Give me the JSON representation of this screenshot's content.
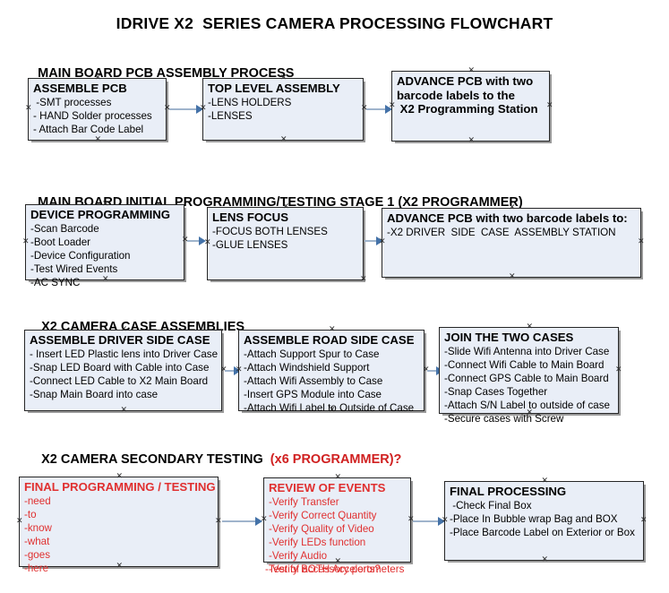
{
  "document": {
    "title": "IDRIVE X2  SERIES CAMERA PROCESSING FLOWCHART"
  },
  "sections": [
    {
      "id": "main-board-pcb-assembly",
      "heading": "MAIN BOARD PCB ASSEMBLY PROCESS",
      "heading_accent": ""
    },
    {
      "id": "main-board-initial-programming",
      "heading": "MAIN BOARD INITIAL PROGRAMMING/TESTING STAGE 1 (X2 PROGRAMMER)",
      "heading_accent": ""
    },
    {
      "id": "x2-camera-case-assemblies",
      "heading": "X2 CAMERA CASE ASSEMBLIES",
      "heading_accent": ""
    },
    {
      "id": "x2-camera-secondary-testing",
      "heading": "X2 CAMERA SECONDARY TESTING  ",
      "heading_accent": "(x6 PROGRAMMER)?"
    }
  ],
  "boxes": {
    "assemble_pcb": {
      "title": "ASSEMBLE PCB",
      "lines": [
        " -SMT processes",
        "- HAND Solder processes",
        "- Attach Bar Code Label"
      ]
    },
    "top_level_assembly": {
      "title": "TOP LEVEL ASSEMBLY",
      "lines": [
        "-LENS HOLDERS",
        "-LENSES"
      ]
    },
    "advance_pcb_station": {
      "title": "ADVANCE PCB with two",
      "lines": [
        "barcode labels to the",
        " X2 Programming Station"
      ]
    },
    "device_programming": {
      "title": "DEVICE PROGRAMMING",
      "lines": [
        "-Scan Barcode",
        "-Boot Loader",
        "-Device Configuration",
        "-Test Wired Events",
        "-AC SYNC"
      ]
    },
    "lens_focus": {
      "title": "LENS FOCUS",
      "lines": [
        "-FOCUS BOTH LENSES",
        "-GLUE LENSES"
      ]
    },
    "advance_pcb_driver_side": {
      "title": "ADVANCE PCB with two barcode labels to:",
      "lines": [
        "-X2 DRIVER  SIDE  CASE  ASSEMBLY STATION"
      ]
    },
    "assemble_driver_side_case": {
      "title": "ASSEMBLE DRIVER SIDE CASE",
      "lines": [
        "- Insert LED Plastic lens into Driver Case",
        "-Snap LED Board with Cable into Case",
        "-Connect LED Cable to X2 Main Board",
        "-Snap Main Board into case"
      ]
    },
    "assemble_road_side_case": {
      "title": "ASSEMBLE ROAD SIDE CASE",
      "lines": [
        "-Attach Support Spur to Case",
        "-Attach Windshield Support",
        "-Attach Wifi Assembly to Case",
        "-Insert GPS Module into Case",
        "-Attach Wifi Label to Outside of Case"
      ]
    },
    "join_the_two_cases": {
      "title": "JOIN THE TWO CASES",
      "lines": [
        "-Slide Wifi Antenna into Driver Case",
        "-Connect Wifi Cable to Main Board",
        "-Connect GPS Cable to Main Board",
        "-Snap Cases Together",
        "-Attach S/N Label to outside of case",
        "-Secure cases with Screw"
      ]
    },
    "final_programming_testing": {
      "title": "FINAL PROGRAMMING / TESTING",
      "lines": [
        "-need",
        "-to",
        "-know",
        "-what",
        "-goes",
        "-here"
      ]
    },
    "review_of_events": {
      "title": "REVIEW OF EVENTS",
      "lines": [
        "-Verify Transfer",
        "-Verify Correct Quantity",
        "-Verify Quality of Video",
        "-Verify LEDs function",
        "-Verify Audio",
        "-Verify BOTH Accelerometers"
      ],
      "overflow_line": "-Test of accessory ports?"
    },
    "final_processing": {
      "title": "FINAL PROCESSING",
      "lines": [
        " -Check Final Box",
        "-Place In Bubble wrap Bag and BOX",
        "-Place Barcode Label on Exterior or Box"
      ]
    }
  },
  "colors": {
    "box_fill": "#e9eef7",
    "box_border": "#262626",
    "accent_red": "#e03030",
    "connector_line": "#9fb4cc",
    "connector_head": "#4472a8"
  }
}
